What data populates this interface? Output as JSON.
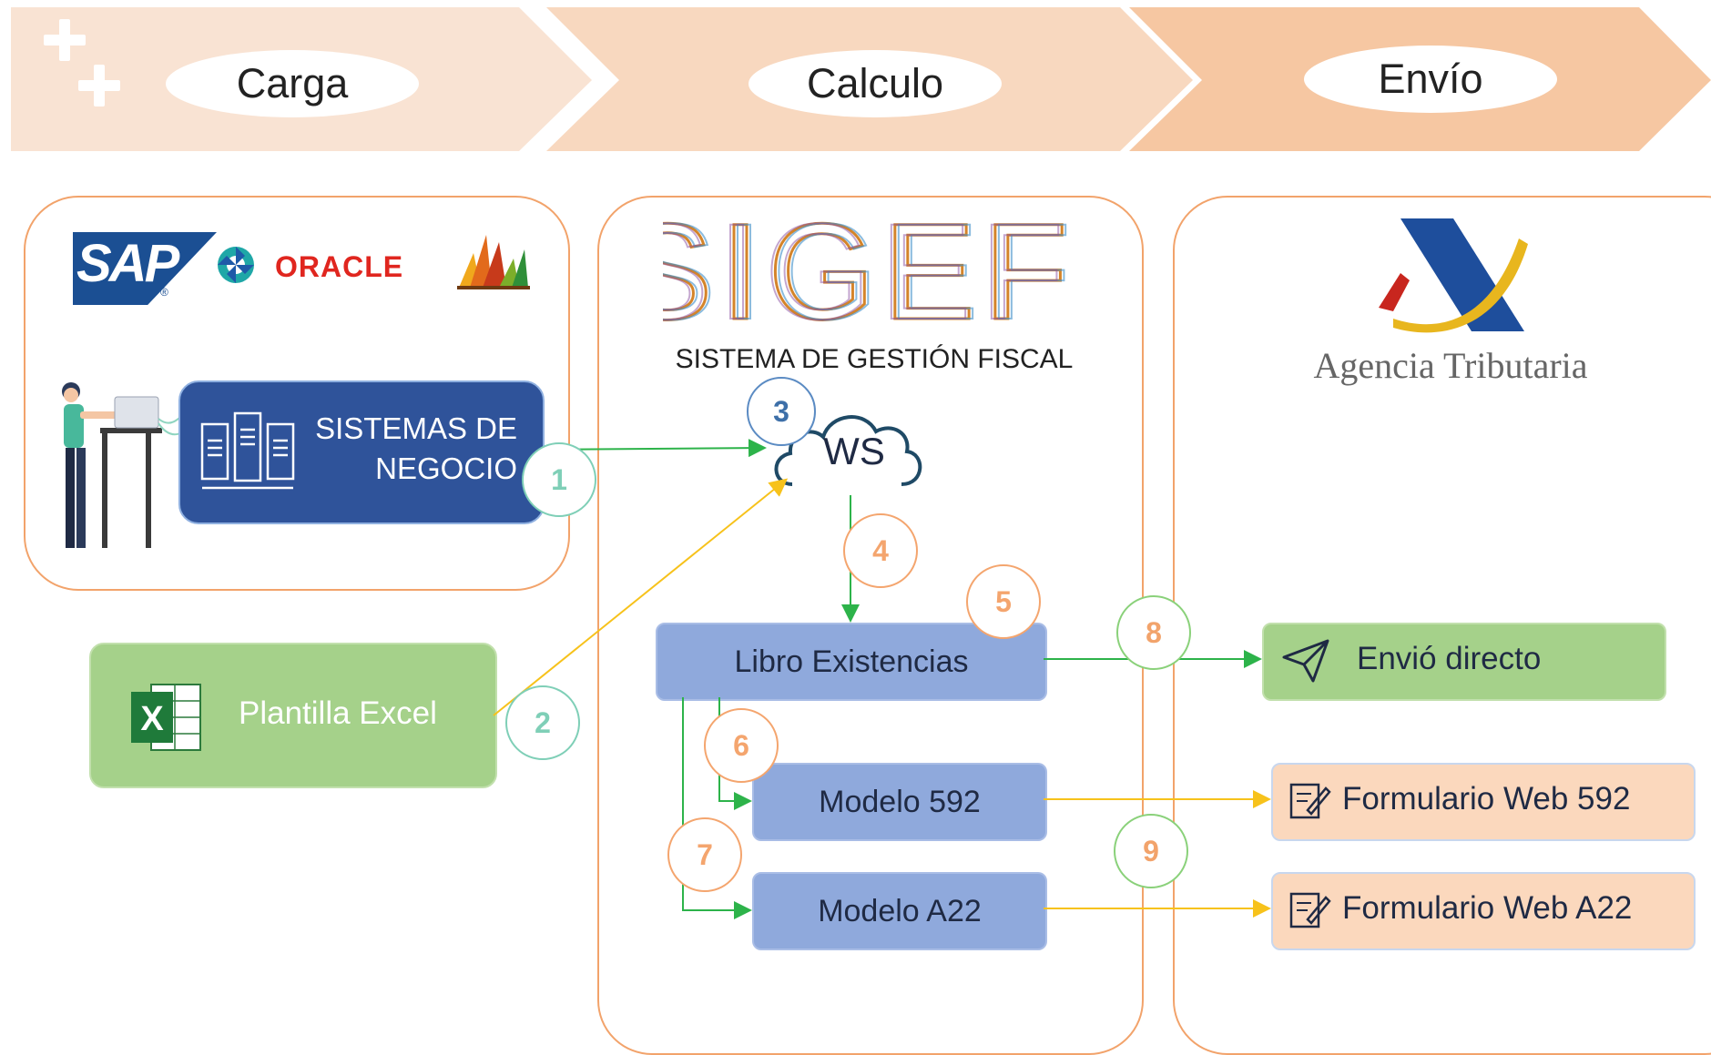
{
  "stages": [
    {
      "label": "Carga"
    },
    {
      "label": "Calculo"
    },
    {
      "label": "Envío"
    }
  ],
  "carga": {
    "logos": {
      "sap": "SAP",
      "sap_mark": "®",
      "oracle": "ORACLE"
    },
    "sistemas_label_1": "SISTEMAS DE",
    "sistemas_label_2": "NEGOCIO",
    "excel_label": "Plantilla Excel"
  },
  "calculo": {
    "logo_text": "SIGEFI",
    "logo_subtitle": "SISTEMA DE GESTIÓN FISCAL",
    "ws_label": "WS",
    "libro_label": "Libro Existencias",
    "modelo_592_label": "Modelo 592",
    "modelo_a22_label": "Modelo A22"
  },
  "envio": {
    "agency_name": "Agencia Tributaria",
    "envio_directo_label": "Envió directo",
    "form_592_label": "Formulario Web 592",
    "form_a22_label": "Formulario Web A22"
  },
  "badges": {
    "b1": "1",
    "b2": "2",
    "b3": "3",
    "b4": "4",
    "b5": "5",
    "b6": "6",
    "b7": "7",
    "b8": "8",
    "b9": "9"
  },
  "colors": {
    "stage_1": "#f9e3d3",
    "stage_2": "#f8d8bf",
    "stage_3": "#f6c7a2",
    "panel_border": "#f2a36b",
    "green_arrow": "#2db34a",
    "yellow_arrow": "#f7c21b",
    "dark_box": "#2f539a",
    "blue_box": "#8fa9dc",
    "green_box": "#a5d18a",
    "peach_box": "#fbd8bd"
  },
  "icons": [
    "plus-decor-icon",
    "server-icon",
    "person-laptop-icon",
    "excel-icon",
    "cloud-icon",
    "paper-plane-icon",
    "form-edit-icon",
    "agencia-logo-icon"
  ]
}
